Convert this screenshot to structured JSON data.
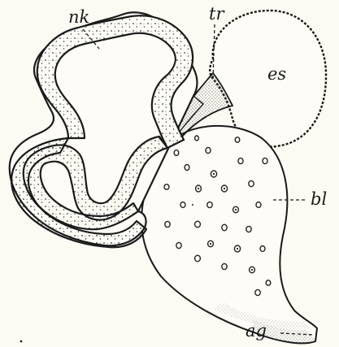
{
  "figure": {
    "labels": {
      "nk": "nk",
      "tr": "tr",
      "es": "es",
      "bl": "bl",
      "ag": "ag"
    }
  }
}
